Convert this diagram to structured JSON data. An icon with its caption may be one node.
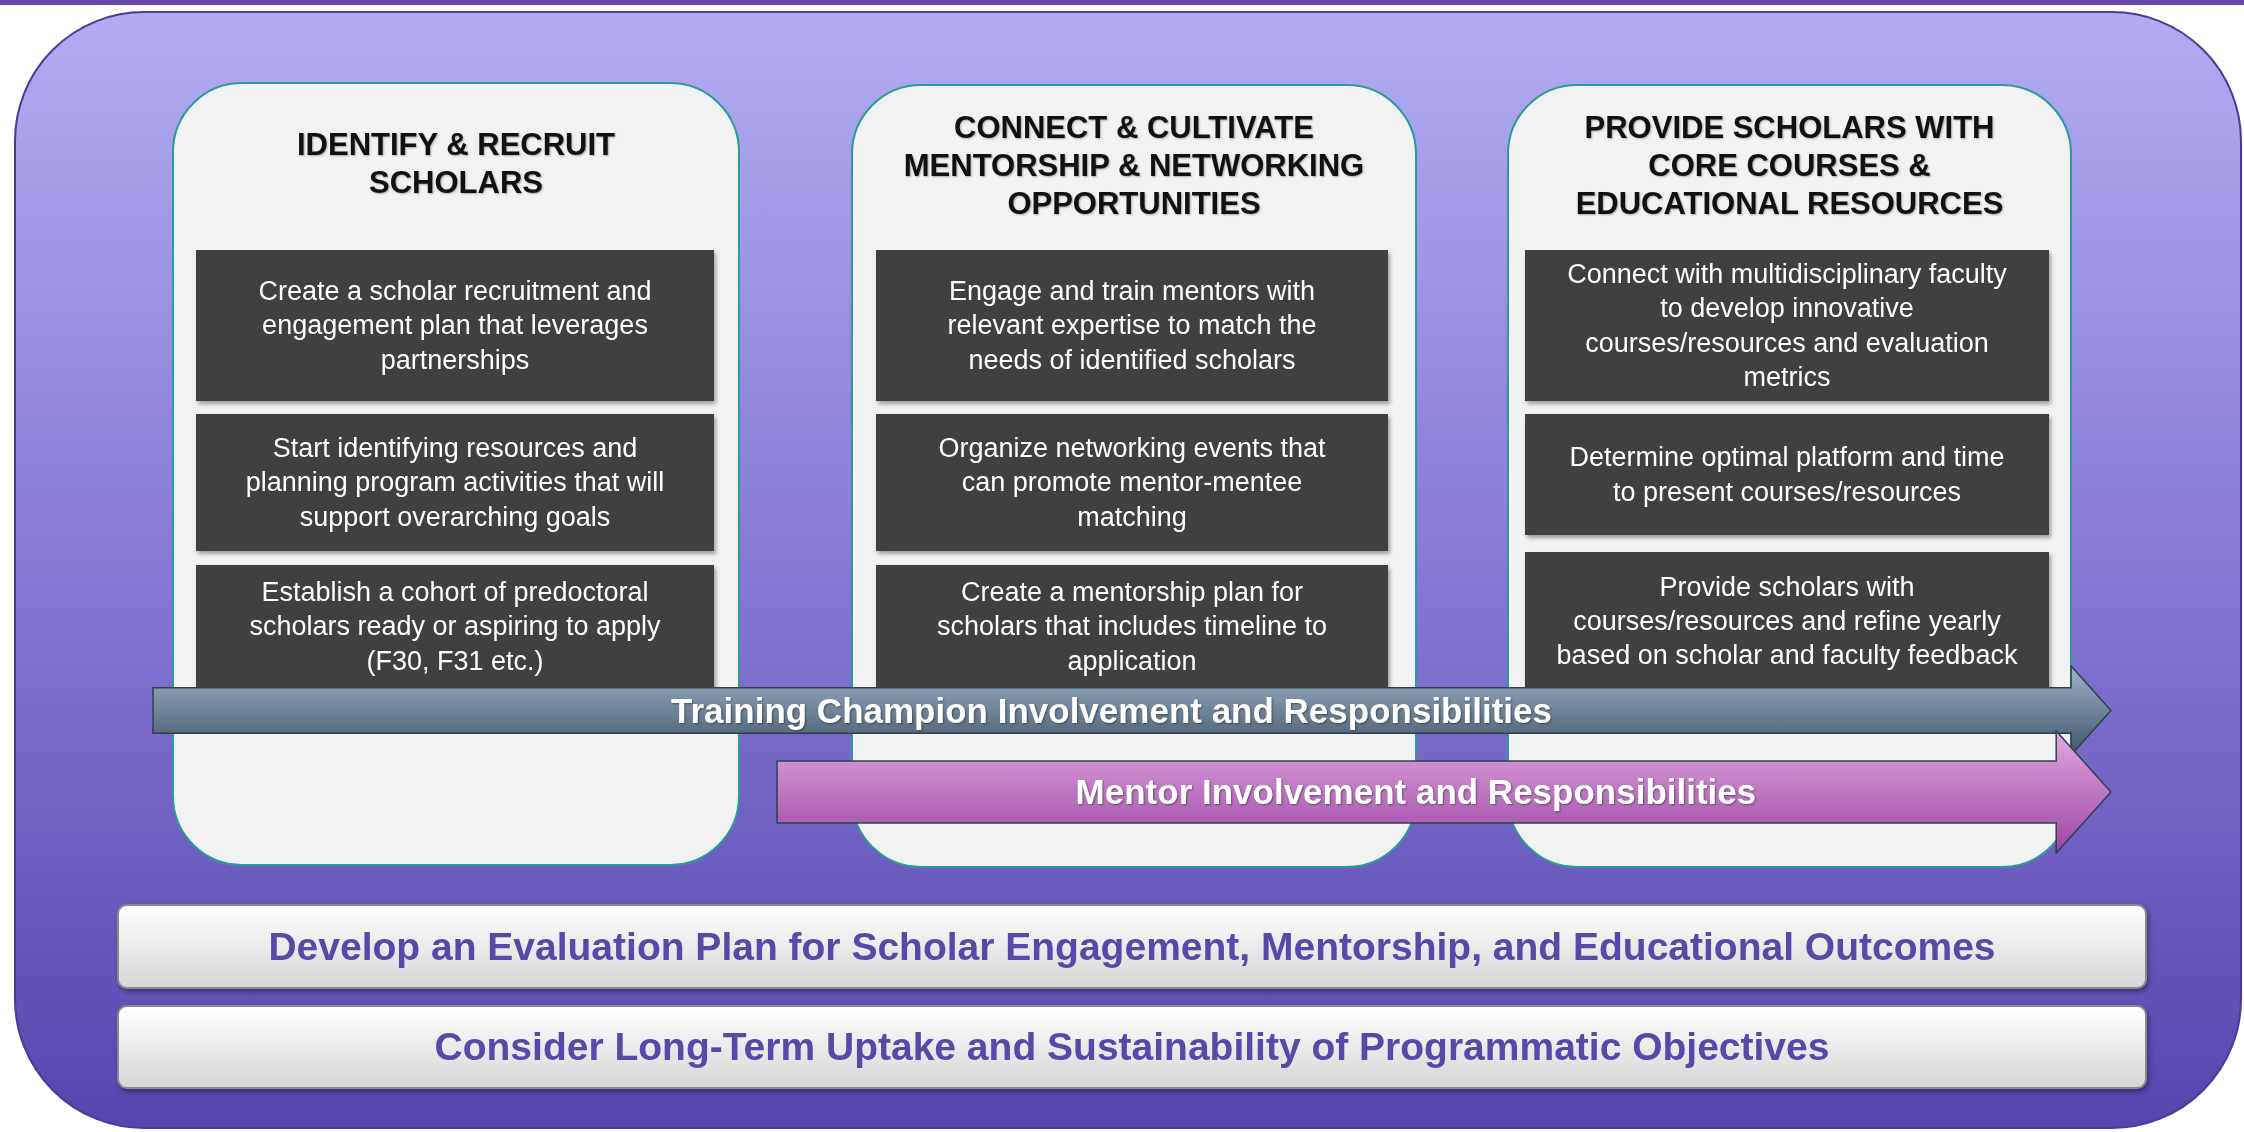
{
  "diagram": {
    "nodes": [
      {
        "text": [
          "IDENTIFY & RECRUIT SCHOLARS"
        ]
      },
      {
        "text": [
          "Create a scholar recruitment and engagement plan that leverages partnerships"
        ],
        "in": 0
      },
      {
        "text": [
          "Start identifying resources and planning program activities that will support overarching goals"
        ],
        "in": 0
      },
      {
        "text": [
          "Establish a cohort of predoctoral scholars ready or aspiring to apply (F30, F31 etc.)"
        ],
        "in": 0
      },
      {
        "text": [
          "CONNECT & CULTIVATE MENTORSHIP & NETWORKING OPPORTUNITIES"
        ]
      },
      {
        "text": [
          "Engage and train mentors with relevant expertise to match the needs of identified scholars"
        ],
        "in": 4
      },
      {
        "text": [
          "Organize networking events that can promote mentor-mentee matching"
        ],
        "in": 4
      },
      {
        "text": [
          "Create a mentorship plan for scholars that includes timeline to application"
        ],
        "in": 4
      },
      {
        "text": [
          "PROVIDE SCHOLARS WITH CORE COURSES & EDUCATIONAL RESOURCES"
        ]
      },
      {
        "text": [
          "Connect with multidisciplinary faculty to develop innovative courses/resources and evaluation metrics"
        ],
        "in": 8
      },
      {
        "text": [
          "Determine optimal platform and time to present courses/resources"
        ],
        "in": 8
      },
      {
        "text": [
          "Provide scholars with courses/resources and refine yearly based on scholar and faculty feedback"
        ],
        "in": 8
      },
      {
        "text": [
          "Training Champion Involvement and Responsibilities"
        ]
      },
      {
        "text": [
          "Mentor Involvement and Responsibilities"
        ]
      },
      {
        "text": [
          "Develop an Evaluation Plan for Scholar Engagement, Mentorship, and Educational Outcomes"
        ]
      },
      {
        "text": [
          "Consider Long-Term Uptake and Sustainability of Programmatic Objectives"
        ]
      }
    ],
    "edges": []
  }
}
